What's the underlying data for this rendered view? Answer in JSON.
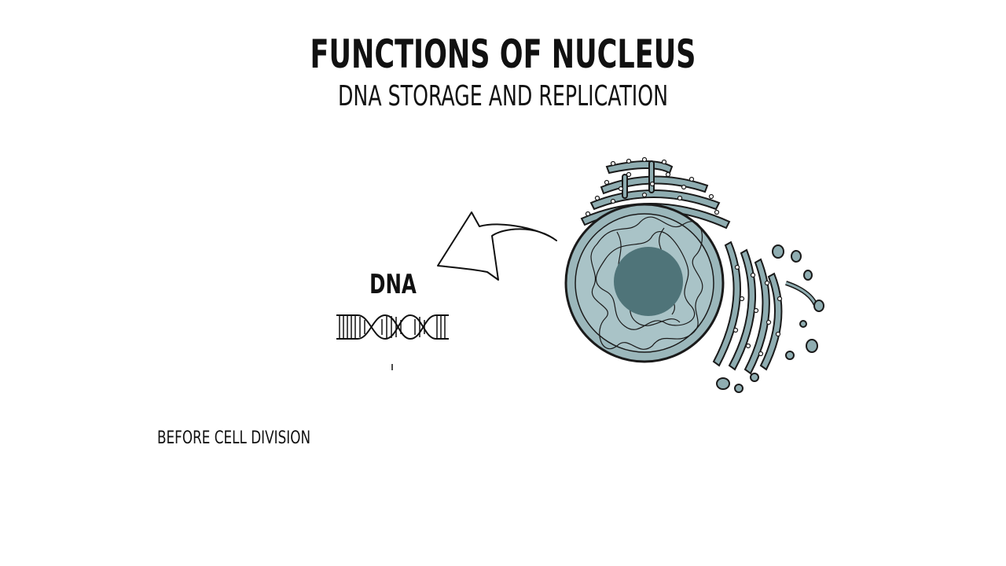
{
  "header": {
    "title": "FUNCTIONS OF NUCLEUS",
    "subtitle": "DNA STORAGE AND REPLICATION"
  },
  "diagram": {
    "dna_label": "DNA",
    "note": "BEFORE CELL DIVISION",
    "colors": {
      "cytoplasm": "#9bb7bb",
      "nucleus": "#a9c3c7",
      "nucleolus": "#4f7479",
      "organelle": "#8fadb1",
      "outline": "#1a1a1a"
    }
  }
}
